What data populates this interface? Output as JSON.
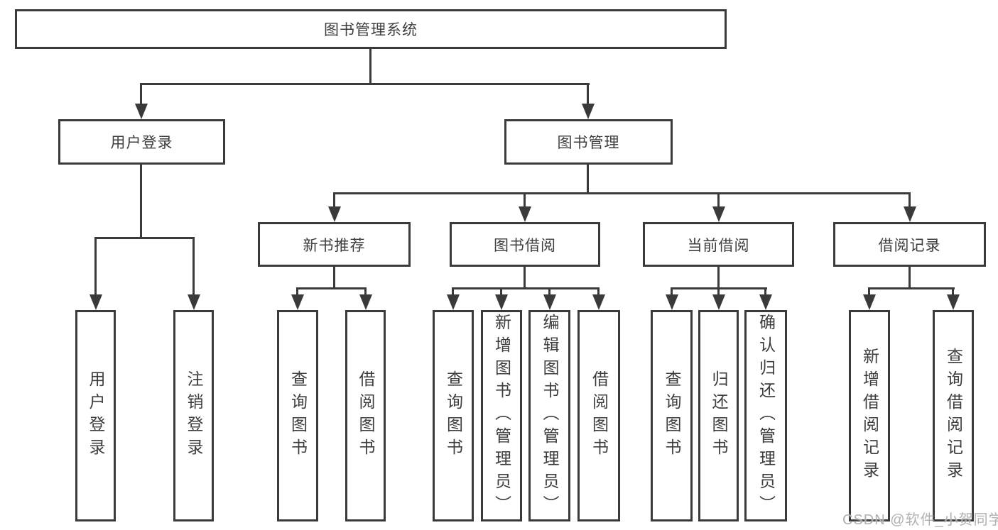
{
  "tree": {
    "root": "图书管理系统",
    "level2": [
      "用户登录",
      "图书管理"
    ],
    "level3": [
      "新书推荐",
      "图书借阅",
      "当前借阅",
      "借阅记录"
    ],
    "leaves_user_login": [
      "用户登录",
      "注销登录"
    ],
    "leaves_new_books": [
      "查询图书",
      "借阅图书"
    ],
    "leaves_book_borrow": [
      "查询图书",
      "新增图书（管理员）",
      "编辑图书（管理员）",
      "借阅图书"
    ],
    "leaves_current_borrow": [
      "查询图书",
      "归还图书",
      "确认归还（管理员）"
    ],
    "leaves_borrow_records": [
      "新增借阅记录",
      "查询借阅记录"
    ]
  },
  "watermark": "CSDN @软件_小贺同学",
  "colors": {
    "line": "#3a3a3a",
    "text": "#3d3d3d",
    "background": "#ffffff",
    "watermark": "#a8a8a8"
  }
}
